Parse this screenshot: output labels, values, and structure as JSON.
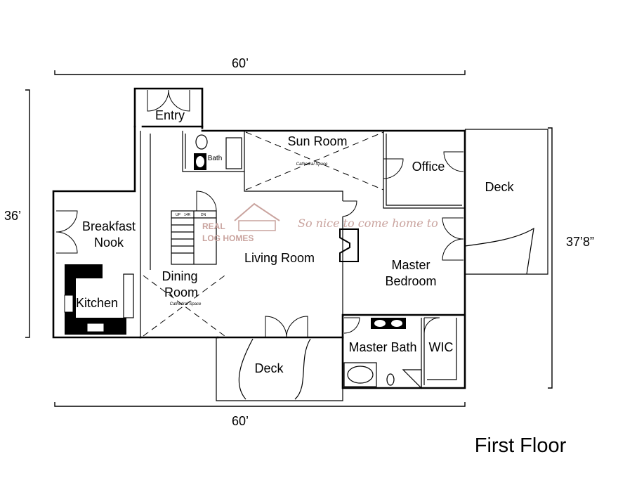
{
  "plan_title": "First Floor",
  "dimensions": {
    "top": "60’",
    "bottom": "60’",
    "left": "36’",
    "right": "37’8”"
  },
  "rooms": {
    "entry": "Entry",
    "sun_room": "Sun Room",
    "sun_room_note": "Cathedral Space",
    "bath": "Bath",
    "office": "Office",
    "deck_east": "Deck",
    "breakfast_nook_1": "Breakfast",
    "breakfast_nook_2": "Nook",
    "living_room": "Living Room",
    "master_bedroom_1": "Master",
    "master_bedroom_2": "Bedroom",
    "dining_room_1": "Dining",
    "dining_room_2": "Room",
    "dining_note": "Cathedral Space",
    "kitchen": "Kitchen",
    "deck_south": "Deck",
    "master_bath": "Master Bath",
    "wic": "WIC"
  },
  "stairs": {
    "up": "UP",
    "count": "14R",
    "down": "DN"
  },
  "watermark": {
    "brand_1": "REAL",
    "brand_2": "LOG HOMES",
    "tagline": "So nice to come home to",
    "color": "#c9a39e"
  }
}
